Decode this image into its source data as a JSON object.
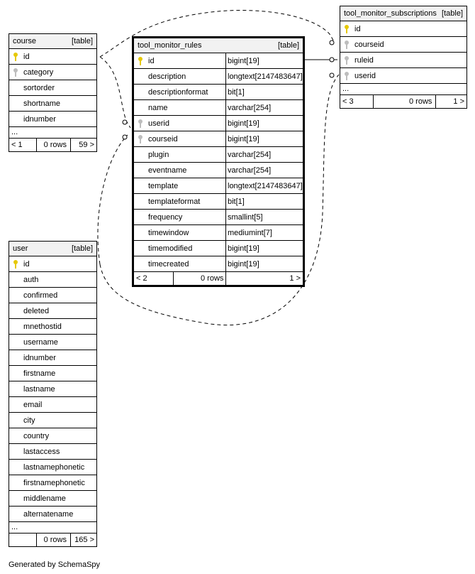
{
  "tables": {
    "course": {
      "name": "course",
      "type": "[table]",
      "columns": [
        {
          "name": "id",
          "key": "primary"
        },
        {
          "name": "category",
          "key": "foreign"
        },
        {
          "name": "sortorder",
          "key": ""
        },
        {
          "name": "shortname",
          "key": ""
        },
        {
          "name": "idnumber",
          "key": ""
        }
      ],
      "ellipsis": "...",
      "footer": {
        "parents": "< 1",
        "rows": "0 rows",
        "children": "59 >"
      }
    },
    "user": {
      "name": "user",
      "type": "[table]",
      "columns": [
        {
          "name": "id",
          "key": "primary"
        },
        {
          "name": "auth",
          "key": ""
        },
        {
          "name": "confirmed",
          "key": ""
        },
        {
          "name": "deleted",
          "key": ""
        },
        {
          "name": "mnethostid",
          "key": ""
        },
        {
          "name": "username",
          "key": ""
        },
        {
          "name": "idnumber",
          "key": ""
        },
        {
          "name": "firstname",
          "key": ""
        },
        {
          "name": "lastname",
          "key": ""
        },
        {
          "name": "email",
          "key": ""
        },
        {
          "name": "city",
          "key": ""
        },
        {
          "name": "country",
          "key": ""
        },
        {
          "name": "lastaccess",
          "key": ""
        },
        {
          "name": "lastnamephonetic",
          "key": ""
        },
        {
          "name": "firstnamephonetic",
          "key": ""
        },
        {
          "name": "middlename",
          "key": ""
        },
        {
          "name": "alternatename",
          "key": ""
        }
      ],
      "ellipsis": "...",
      "footer": {
        "parents": "",
        "rows": "0 rows",
        "children": "165 >"
      }
    },
    "rules": {
      "name": "tool_monitor_rules",
      "type": "[table]",
      "columns": [
        {
          "name": "id",
          "datatype": "bigint[19]",
          "key": "primary"
        },
        {
          "name": "description",
          "datatype": "longtext[2147483647]",
          "key": ""
        },
        {
          "name": "descriptionformat",
          "datatype": "bit[1]",
          "key": ""
        },
        {
          "name": "name",
          "datatype": "varchar[254]",
          "key": ""
        },
        {
          "name": "userid",
          "datatype": "bigint[19]",
          "key": "foreign"
        },
        {
          "name": "courseid",
          "datatype": "bigint[19]",
          "key": "foreign"
        },
        {
          "name": "plugin",
          "datatype": "varchar[254]",
          "key": ""
        },
        {
          "name": "eventname",
          "datatype": "varchar[254]",
          "key": ""
        },
        {
          "name": "template",
          "datatype": "longtext[2147483647]",
          "key": ""
        },
        {
          "name": "templateformat",
          "datatype": "bit[1]",
          "key": ""
        },
        {
          "name": "frequency",
          "datatype": "smallint[5]",
          "key": ""
        },
        {
          "name": "timewindow",
          "datatype": "mediumint[7]",
          "key": ""
        },
        {
          "name": "timemodified",
          "datatype": "bigint[19]",
          "key": ""
        },
        {
          "name": "timecreated",
          "datatype": "bigint[19]",
          "key": ""
        }
      ],
      "footer": {
        "parents": "< 2",
        "rows": "0 rows",
        "children": "1 >"
      }
    },
    "subs": {
      "name": "tool_monitor_subscriptions",
      "type": "[table]",
      "columns": [
        {
          "name": "id",
          "key": "primary"
        },
        {
          "name": "courseid",
          "key": "foreign"
        },
        {
          "name": "ruleid",
          "key": "foreign"
        },
        {
          "name": "userid",
          "key": "foreign"
        }
      ],
      "ellipsis": "...",
      "footer": {
        "parents": "< 3",
        "rows": "0 rows",
        "children": "1 >"
      }
    }
  },
  "colors": {
    "primary_key": "#e6c800",
    "foreign_key": "#bdbdbd",
    "header_bg": "#f2f2f2"
  },
  "icons": {
    "primary_key": "key-icon",
    "foreign_key": "key-icon"
  },
  "generated_by": "Generated by SchemaSpy"
}
